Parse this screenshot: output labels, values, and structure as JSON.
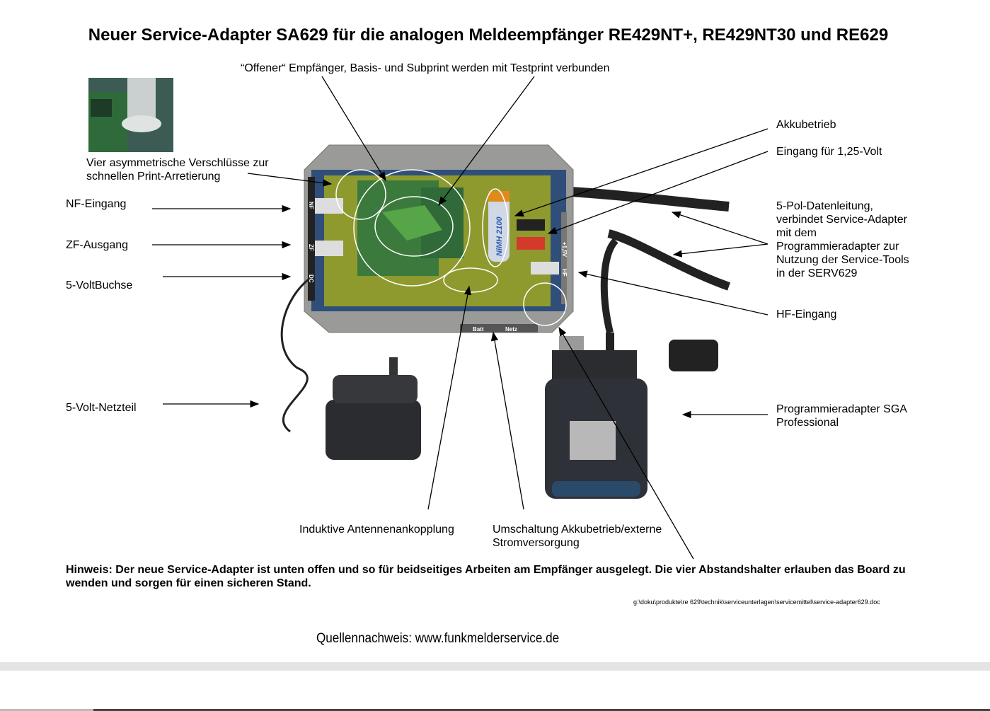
{
  "title": "Neuer Service-Adapter SA629 für die analogen Meldeempfänger RE429NT+, RE429NT30 und RE629",
  "labels": {
    "offener": "“Offener“ Empfänger, Basis- und Subprint werden mit Testprint verbunden",
    "verschluesse": [
      "Vier asymmetrische Verschlüsse zur",
      "schnellen Print-Arretierung"
    ],
    "nf": "NF-Eingang",
    "zf": "ZF-Ausgang",
    "volt_buchse": "5-VoltBuchse",
    "netzteil": "5-Volt-Netzteil",
    "akku": "Akkubetrieb",
    "eingang": "Eingang für 1,25-Volt",
    "datenleitung": [
      "5-Pol-Datenleitung,",
      "verbindet Service-Adapter",
      "mit dem",
      "Programmieradapter zur",
      "Nutzung der Service-Tools",
      "in der SERV629"
    ],
    "hf": "HF-Eingang",
    "programmieradapter": [
      "Programmieradapter SGA",
      "Professional"
    ],
    "induktive": "Induktive Antennenankopplung",
    "umschaltung": [
      "Umschaltung Akkubetrieb/externe",
      "Stromversorgung"
    ]
  },
  "device": {
    "port_labels": [
      "NF",
      "ZF",
      "DC",
      "HF",
      "+1,5V",
      "Batt",
      "Netz"
    ],
    "battery_text": "NiMH 2100"
  },
  "note": "Hinweis: Der neue Service-Adapter ist unten offen und so für beidseitiges Arbeiten am Empfänger ausgelegt. Die vier Abstandshalter erlauben das Board zu wenden und sorgen für einen sicheren Stand.",
  "file_path": "g:\\doku\\produkte\\re 629\\technik\\serviceunterlagen\\servicemittel\\service-adapter629.doc",
  "source": "Quellennachweis: www.funkmelderservice.de",
  "colors": {
    "pcb": "#8f9a2e",
    "case": "#9a9a98",
    "dark": "#2a2c30"
  }
}
